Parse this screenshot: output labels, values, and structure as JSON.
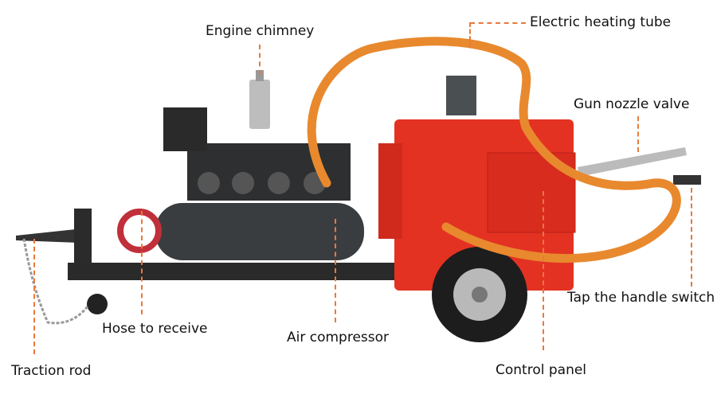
{
  "title": "Crack sealing machine component diagram",
  "accent_color": "#e8793c",
  "labels": {
    "engine_chimney": "Engine chimney",
    "electric_heating_tube": "Electric heating tube",
    "gun_nozzle_valve": "Gun nozzle valve",
    "tap_handle_switch": "Tap the handle switch",
    "control_panel": "Control panel",
    "air_compressor": "Air compressor",
    "hose_to_receive": "Hose to receive",
    "traction_rod": "Traction rod"
  }
}
